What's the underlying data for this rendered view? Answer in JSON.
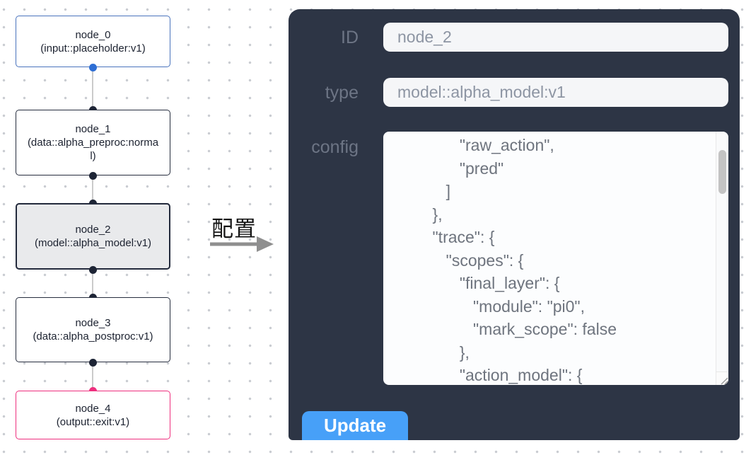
{
  "flow": {
    "nodes": [
      {
        "title": "node_0",
        "subtitle": "(input::placeholder:v1)",
        "border_color": "#4a73bd",
        "fill": "#ffffff",
        "selected": false
      },
      {
        "title": "node_1",
        "subtitle": "(data::alpha_preproc:normal)",
        "border_color": "#262d3e",
        "fill": "#ffffff",
        "selected": false
      },
      {
        "title": "node_2",
        "subtitle": "(model::alpha_model:v1)",
        "border_color": "#232a3c",
        "fill": "#e9eaec",
        "selected": true
      },
      {
        "title": "node_3",
        "subtitle": "(data::alpha_postproc:v1)",
        "border_color": "#262d3e",
        "fill": "#ffffff",
        "selected": false
      },
      {
        "title": "node_4",
        "subtitle": "(output::exit:v1)",
        "border_color": "#ee2f7e",
        "fill": "#ffffff",
        "selected": false
      }
    ],
    "port_colors": {
      "input": "#2e6ed4",
      "default": "#1d2435",
      "output": "#ee2f7e"
    },
    "edge_color": "#cbcbcb"
  },
  "transition": {
    "label": "配置",
    "arrow_color": "#8f8f8f"
  },
  "panel": {
    "bg_color": "#2d3545",
    "id_field": {
      "label": "ID",
      "value": "node_2"
    },
    "type_field": {
      "label": "type",
      "value": "model::alpha_model:v1"
    },
    "config_field": {
      "label": "config",
      "value": "               \"raw_action\",\n               \"pred\"\n            ]\n         },\n         \"trace\": {\n            \"scopes\": {\n               \"final_layer\": {\n                  \"module\": \"pi0\",\n                  \"mark_scope\": false\n               },\n               \"action_model\": {"
    },
    "update_button": {
      "label": "Update",
      "color": "#47a0f8"
    }
  }
}
